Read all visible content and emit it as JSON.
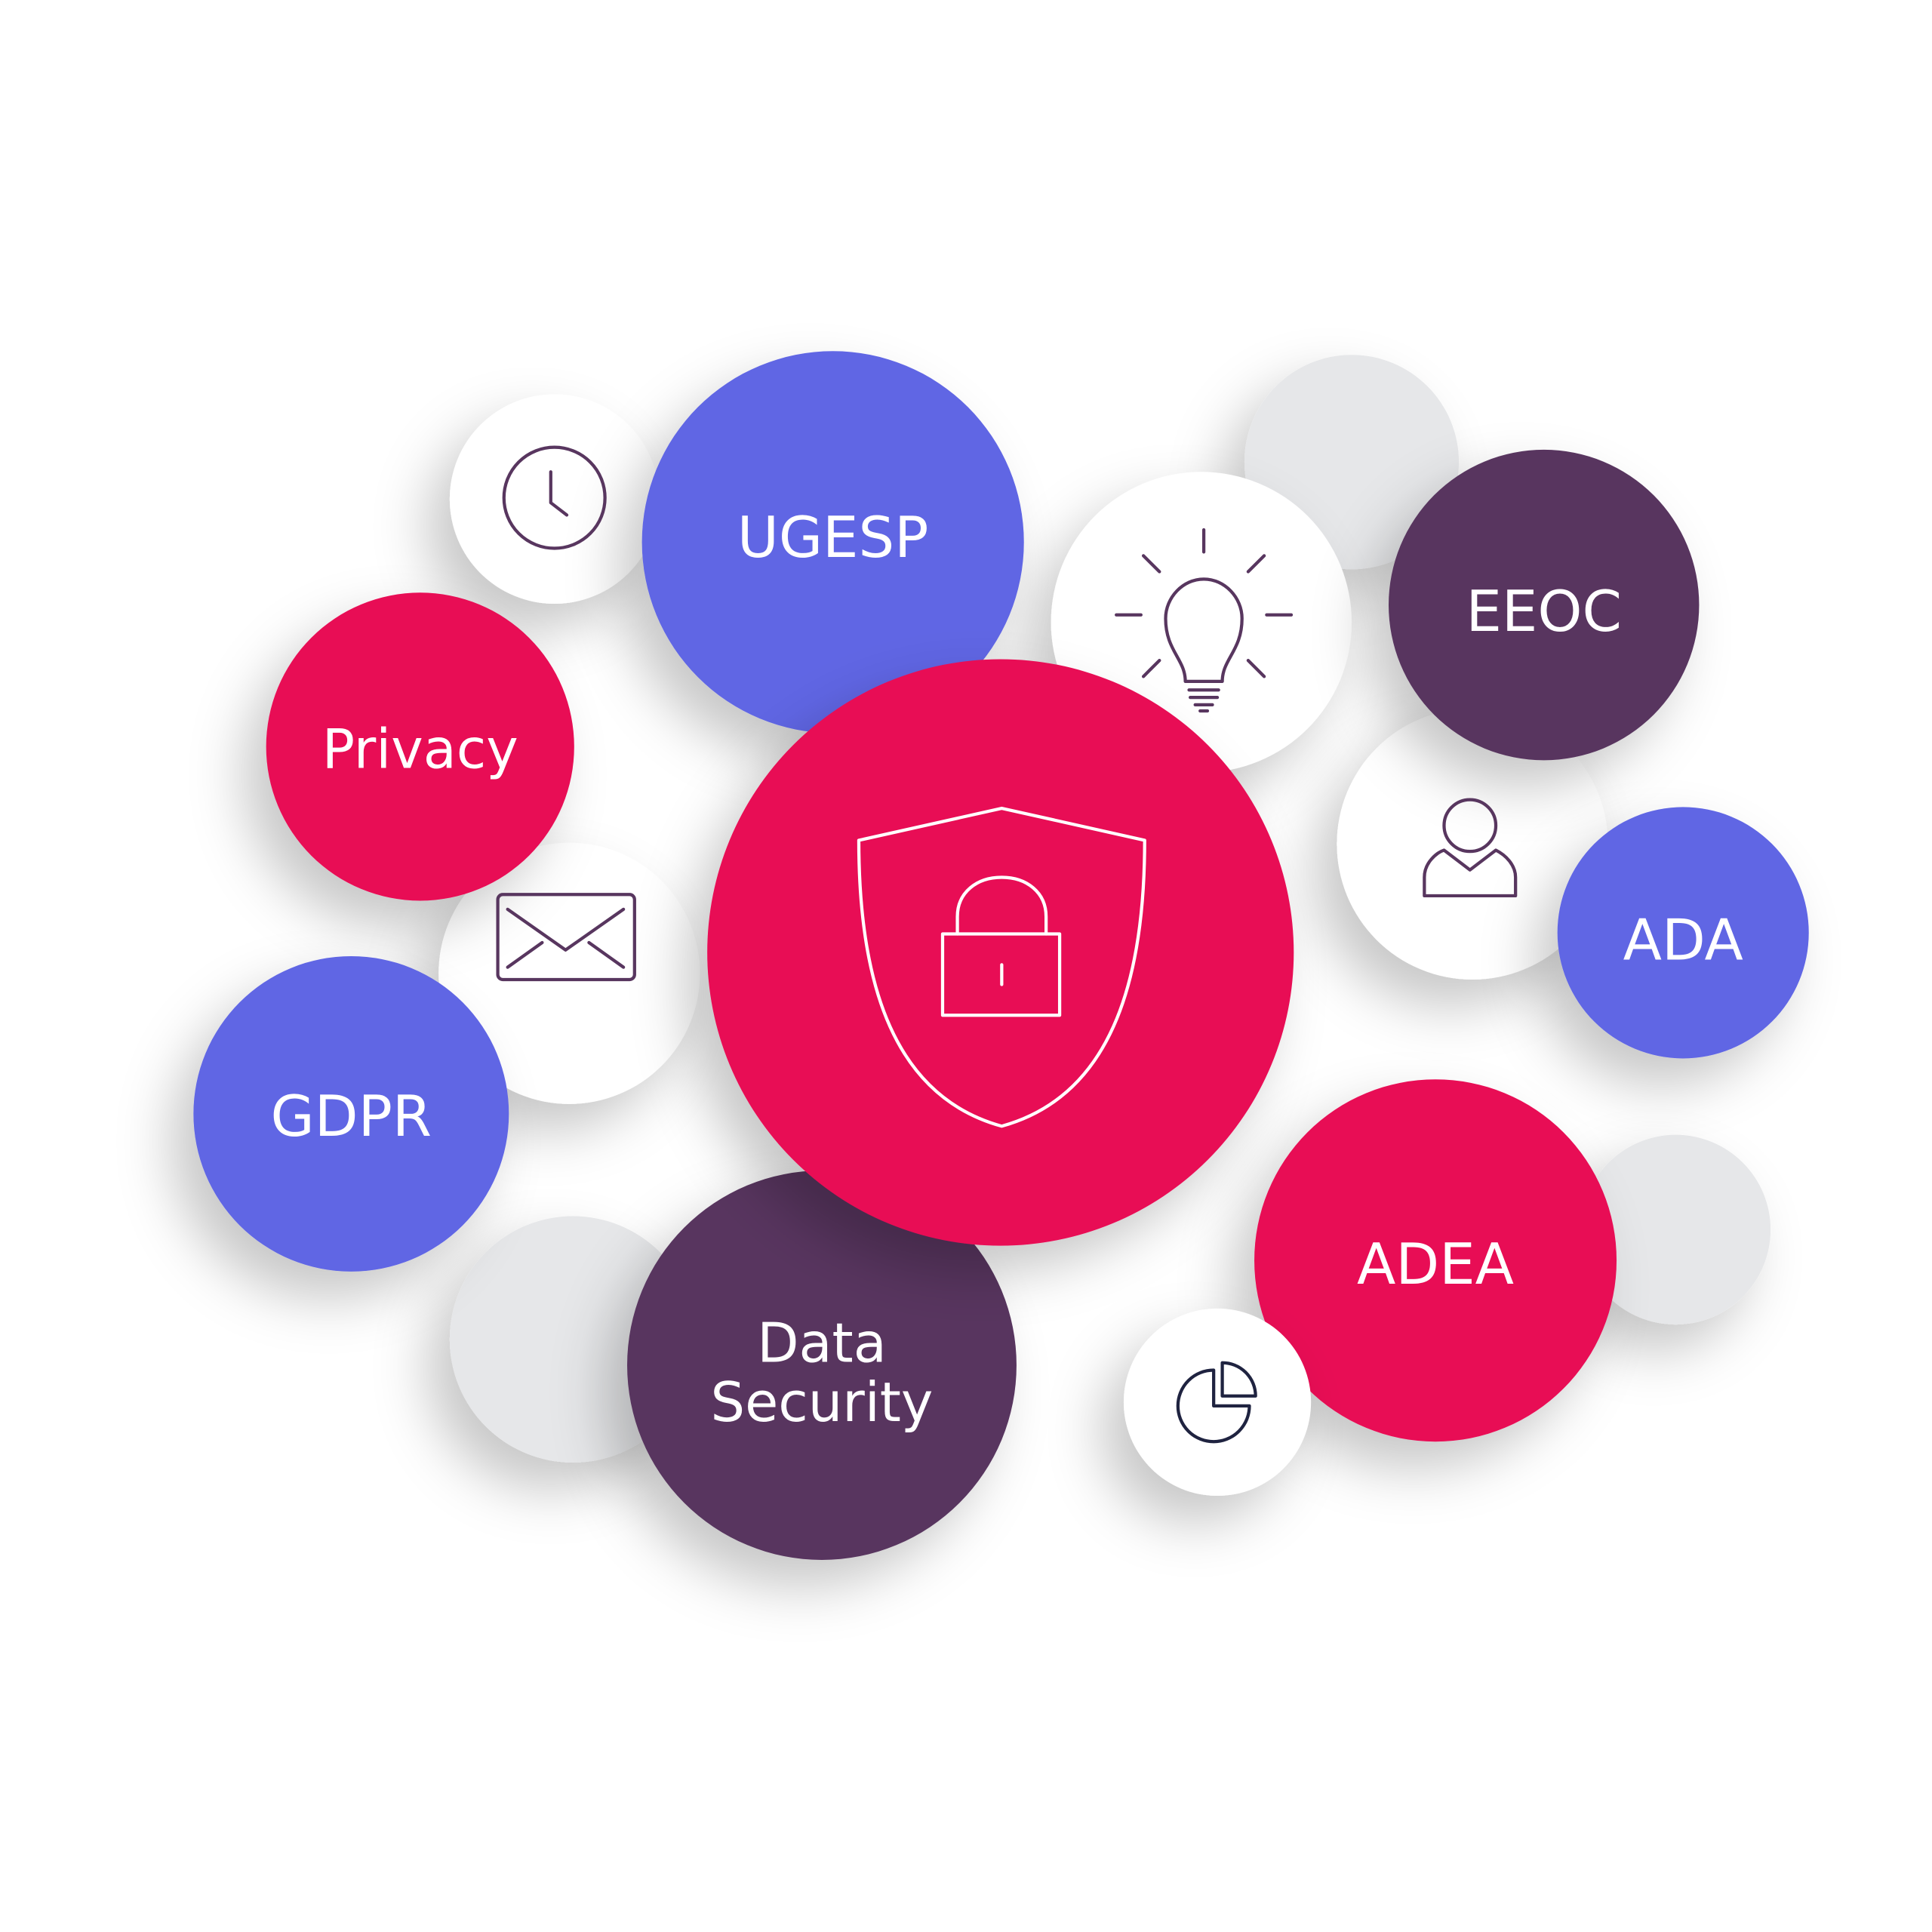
{
  "colors": {
    "blue": "#6066E4",
    "red": "#E80C55",
    "purple": "#58365F",
    "white": "#FFFFFF",
    "gray": "#E6E7E9",
    "icon_stroke": "#58365F"
  },
  "bubbles": {
    "ugesp": "UGESP",
    "privacy": "Privacy",
    "gdpr": "GDPR",
    "data_security_line1": "Data",
    "data_security_line2": "Security",
    "eeoc": "EEOC",
    "ada": "ADA",
    "adea": "ADEA"
  },
  "icons": {
    "center": "shield-lock-icon",
    "clock": "clock-icon",
    "envelope": "envelope-icon",
    "lightbulb": "lightbulb-icon",
    "person": "person-icon",
    "pie": "pie-chart-icon"
  }
}
